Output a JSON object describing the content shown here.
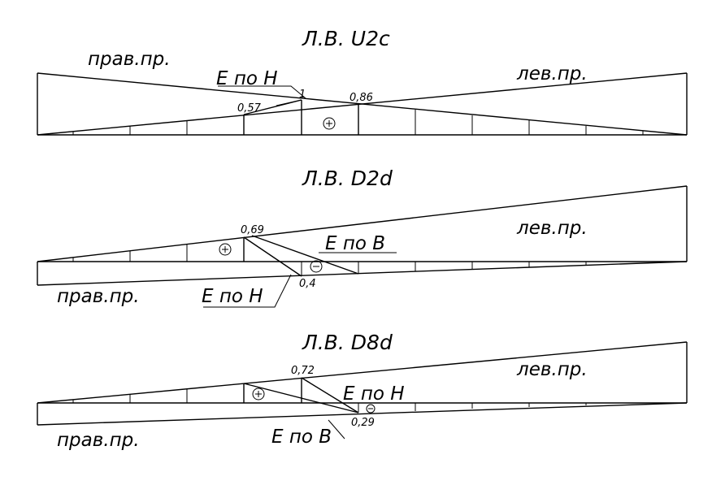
{
  "diagrams": [
    {
      "title": "Л.В. U2c",
      "left_label": "прав.пр.",
      "right_label": "лев.пр.",
      "leader_label": "E по H",
      "values": [
        "0,57",
        "1",
        "0,86"
      ],
      "sign": "+"
    },
    {
      "title": "Л.В. D2d",
      "left_label": "прав.пр.",
      "right_label": "лев.пр.",
      "leader_label_top": "E по B",
      "leader_label_bottom": "E по H",
      "values": [
        "0,69",
        "0,4"
      ],
      "sign_positive": "+",
      "sign_negative": "−"
    },
    {
      "title": "Л.В. D8d",
      "left_label": "прав.пр.",
      "right_label": "лев.пр.",
      "leader_label_top": "E по H",
      "leader_label_bottom": "E по B",
      "values": [
        "0,72",
        "0,29"
      ],
      "sign_positive": "+",
      "sign_negative": "−"
    }
  ]
}
